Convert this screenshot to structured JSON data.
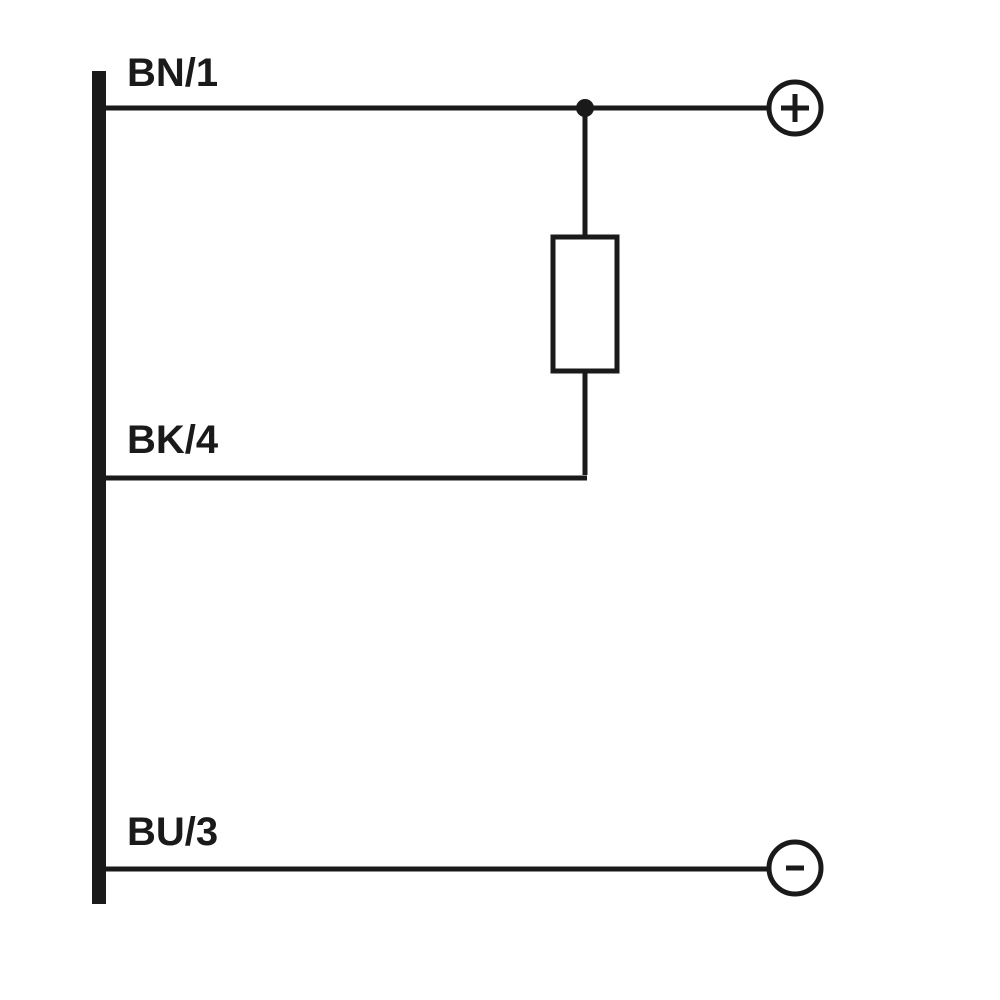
{
  "wires": {
    "brown": {
      "label": "BN/1"
    },
    "black": {
      "label": "BK/4"
    },
    "blue": {
      "label": "BU/3"
    }
  },
  "terminals": {
    "positive": {
      "symbol": "+"
    },
    "negative": {
      "symbol": "-"
    }
  },
  "colors": {
    "ink": "#1a1a1a",
    "background": "#ffffff"
  }
}
